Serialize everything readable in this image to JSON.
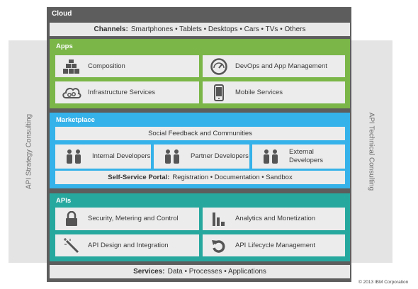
{
  "side_left_label": "API Strategy Consulting",
  "side_right_label": "API Technical Consulting",
  "cloud": {
    "title": "Cloud",
    "channels_label": "Channels:",
    "channels_text": "Smartphones • Tablets • Desktops • Cars • TVs • Others"
  },
  "apps": {
    "title": "Apps",
    "items": [
      {
        "label": "Composition",
        "icon": "blocks-icon"
      },
      {
        "label": "DevOps and App Management",
        "icon": "gauge-icon"
      },
      {
        "label": "Infrastructure Services",
        "icon": "cloud-gears-icon"
      },
      {
        "label": "Mobile Services",
        "icon": "smartphone-icon"
      }
    ]
  },
  "marketplace": {
    "title": "Marketplace",
    "social": "Social Feedback and Communities",
    "developers": [
      {
        "label": "Internal Developers",
        "icon": "people-icon"
      },
      {
        "label": "Partner Developers",
        "icon": "people-icon"
      },
      {
        "label": "External Developers",
        "icon": "people-icon"
      }
    ],
    "portal_label": "Self-Service Portal:",
    "portal_text": "Registration • Documentation • Sandbox"
  },
  "apis": {
    "title": "APIs",
    "items": [
      {
        "label": "Security, Metering and Control",
        "icon": "lock-icon"
      },
      {
        "label": "Analytics and Monetization",
        "icon": "bar-chart-icon"
      },
      {
        "label": "API Design and Integration",
        "icon": "magic-wand-icon"
      },
      {
        "label": "API Lifecycle Management",
        "icon": "refresh-icon"
      }
    ]
  },
  "services": {
    "label": "Services:",
    "text": "Data • Processes • Applications"
  },
  "copyright": "© 2013 IBM Corporation",
  "colors": {
    "cloud": "#5d5d5d",
    "apps": "#7ab648",
    "marketplace": "#35b2e9",
    "apis": "#27a89f",
    "card": "#ececec",
    "side": "#e4e4e4"
  }
}
